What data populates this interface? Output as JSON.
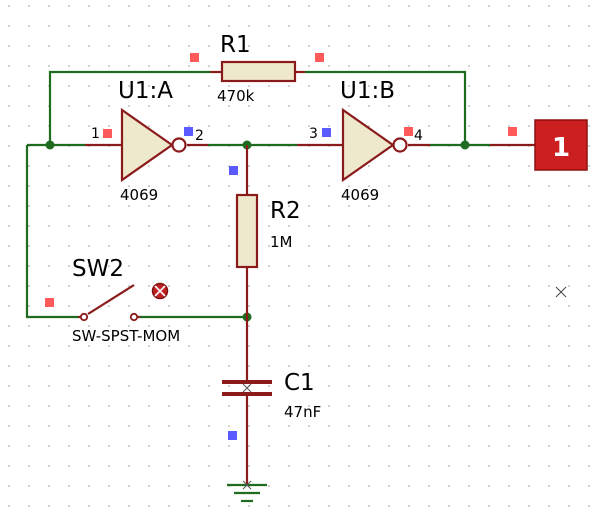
{
  "schematic": {
    "r1": {
      "ref": "R1",
      "value": "470k"
    },
    "r2": {
      "ref": "R2",
      "value": "1M"
    },
    "c1": {
      "ref": "C1",
      "value": "47nF"
    },
    "u1a": {
      "ref": "U1:A",
      "part": "4069",
      "pin_in": "1",
      "pin_out": "2"
    },
    "u1b": {
      "ref": "U1:B",
      "part": "4069",
      "pin_in": "3",
      "pin_out": "4"
    },
    "sw2": {
      "ref": "SW2",
      "part": "SW-SPST-MOM"
    },
    "terminal": {
      "label": "1"
    }
  },
  "colors": {
    "wire": "#1f6b1f",
    "component": "#8b1a1a",
    "body_fill": "#eee8cc",
    "pin_marker_red": "#ff5a5a",
    "pin_marker_blue": "#5a5aff",
    "terminal_fill": "#cc1f1f"
  }
}
